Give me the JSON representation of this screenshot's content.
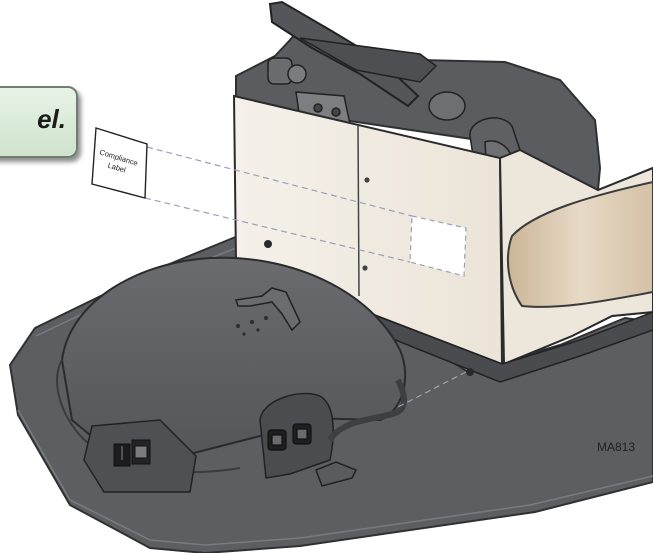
{
  "callout": {
    "text": "el."
  },
  "compliance_label": {
    "line1": "Compliance",
    "line2": "Label"
  },
  "figure_id": "MA813",
  "colors": {
    "base_dark": "#5b5c5e",
    "base_outline": "#3a3b3d",
    "body_cream": "#f1ece3",
    "callout_fill": "#d9ead7",
    "window_tan": "#d8c6ad"
  }
}
